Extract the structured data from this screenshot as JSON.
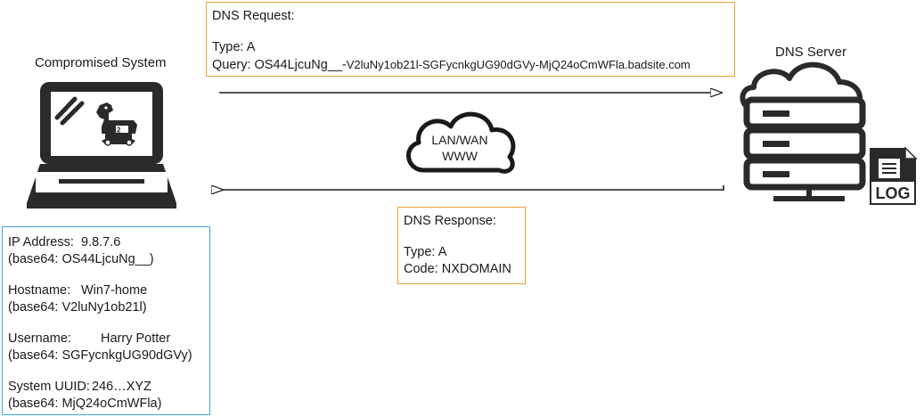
{
  "colors": {
    "orange": "#e8a23a",
    "blue": "#3fa6d6",
    "ink": "#1a1a1a"
  },
  "labels": {
    "compromised_system": "Compromised System",
    "dns_server": "DNS Server"
  },
  "cloud": {
    "line1": "LAN/WAN",
    "line2": "WWW"
  },
  "log_icon": {
    "text": "LOG"
  },
  "request": {
    "title": "DNS Request:",
    "type": "Type: A",
    "query_prefix": "Query: OS44LjcuNg__-",
    "query_suffix": "V2luNy1ob21l-SGFycnkgUG90dGVy-MjQ24oCmWFla.badsite.com"
  },
  "response": {
    "title": "DNS Response:",
    "type": "Type: A",
    "code": "Code: NXDOMAIN"
  },
  "info": [
    {
      "key": "IP Address:",
      "value": "9.8.7.6",
      "encoded": "(base64: OS44LjcuNg__)"
    },
    {
      "key": "Hostname:",
      "value": "Win7-home",
      "encoded": "(base64: V2luNy1ob21l)"
    },
    {
      "key": "Username:",
      "value": "Harry Potter",
      "encoded": "(base64: SGFycnkgUG90dGVy)"
    },
    {
      "key": "System UUID:",
      "value": "246…XYZ",
      "encoded": "(base64: MjQ24oCmWFla)"
    }
  ]
}
